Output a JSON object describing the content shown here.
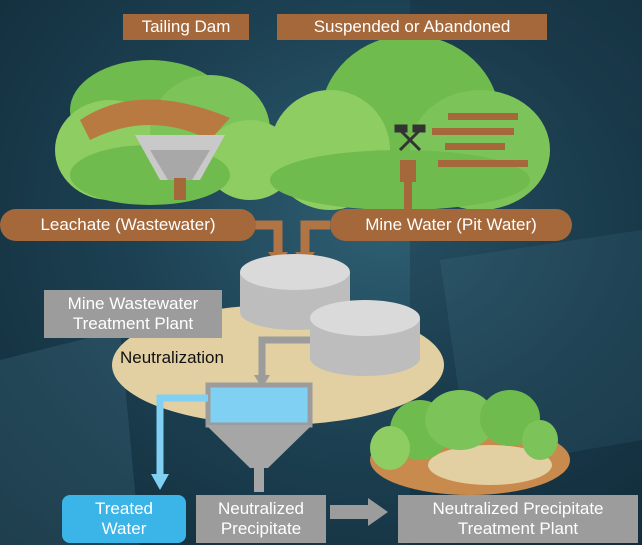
{
  "labels": {
    "tailing_dam": "Tailing Dam",
    "suspended": "Suspended or Abandoned",
    "leachate": "Leachate (Wastewater)",
    "mine_water": "Mine Water (Pit Water)",
    "treatment_plant_line1": "Mine Wastewater",
    "treatment_plant_line2": "Treatment Plant",
    "neutralization": "Neutralization",
    "treated_line1": "Treated",
    "treated_line2": "Water",
    "neutralized_line1": "Neutralized",
    "neutralized_line2": "Precipitate",
    "precip_plant_line1": "Neutralized Precipitate",
    "precip_plant_line2": "Treatment Plant"
  },
  "colors": {
    "brown_label": "#a4683b",
    "grey_label": "#9c9c9c",
    "blue_label": "#3bb4e8",
    "hill_green": "#7cc35a",
    "tan_area": "#e2cfa2",
    "tank_grey": "#c9c9c9",
    "water_blue": "#7fd0f2"
  },
  "icons": [
    "crossed-hammers-icon"
  ]
}
